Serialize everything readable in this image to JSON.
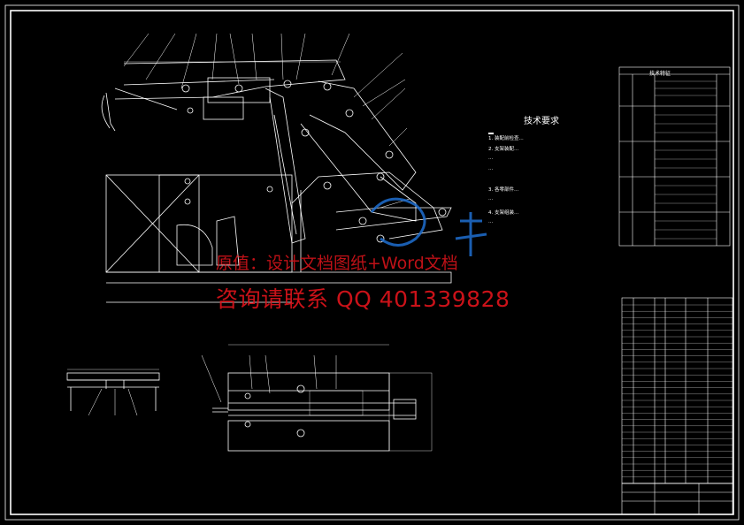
{
  "watermark": {
    "line1": "原值：设计文档图纸+Word文档",
    "line2": "咨询请联系 QQ 401339828",
    "color": "#e0141c"
  },
  "tech_requirements": {
    "title": "技术要求",
    "items": [
      "1. 装配前检查...",
      "2. 支架装配...",
      "   ...",
      "   ...",
      "3. 各零部件...",
      "   ...",
      "4. 支架组装...",
      "   ..."
    ]
  },
  "spec_table": {
    "title": "技术特征"
  },
  "colors": {
    "background": "#000000",
    "lines": "#ffffff",
    "watermark": "#e0141c",
    "logo": "#1f6fd0"
  }
}
